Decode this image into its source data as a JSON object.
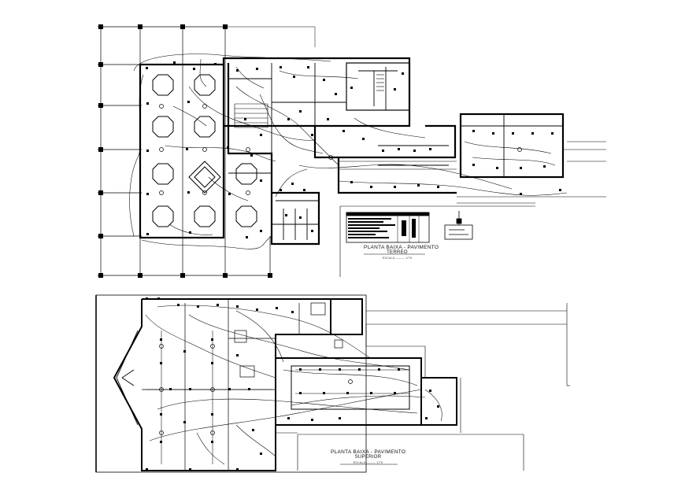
{
  "drawing": {
    "ground_floor": {
      "title_line1": "PLANTA BAIXA - PAVIMENTO",
      "title_line2": "TERREO",
      "scale": "ESCALA ——— 1/75"
    },
    "upper_floor": {
      "title_line1": "PLANTA BAIXA - PAVIMENTO",
      "title_line2": "SUPERIOR",
      "scale": "ESCALA ——— 1/75"
    },
    "colors": {
      "ink": "#000000",
      "background": "#ffffff"
    }
  }
}
